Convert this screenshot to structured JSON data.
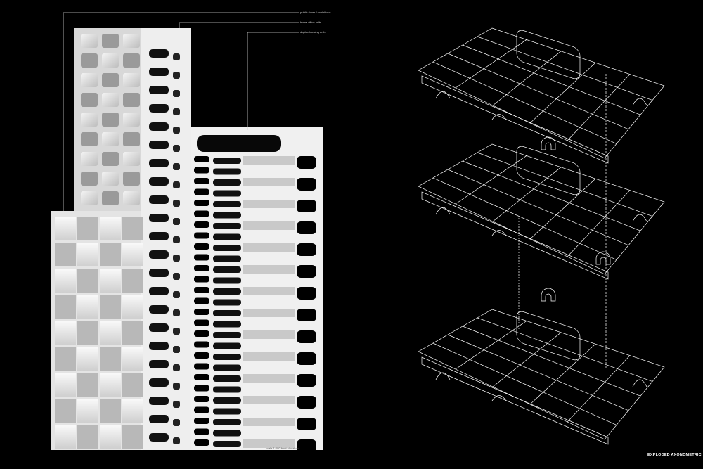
{
  "elevation": {
    "labels": [
      "public floors / exhibitions",
      "home office units",
      "duplex housing units"
    ],
    "scale_caption": "scale 1:200 front elevation"
  },
  "axonometric": {
    "title": "EXPLODED AXONOMETRIC"
  },
  "colors": {
    "background": "#000000",
    "model": "#e6e6e6",
    "line": "#ffffff"
  }
}
